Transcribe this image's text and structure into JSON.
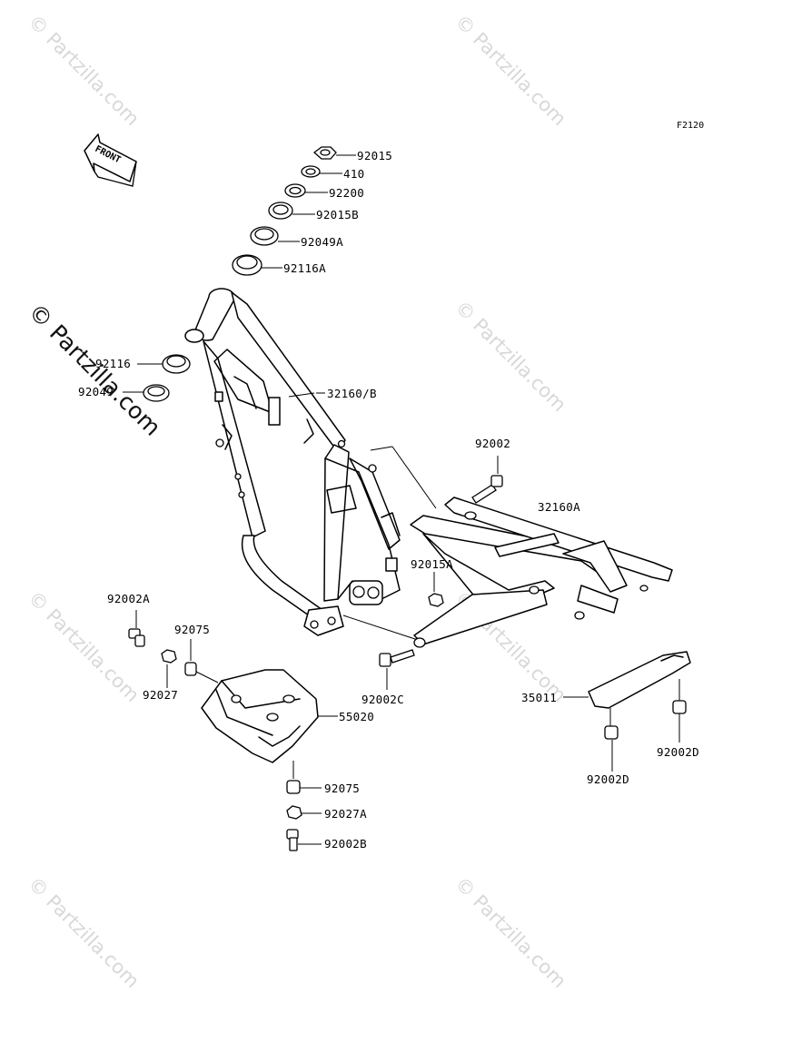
{
  "diagram": {
    "code": "F2120",
    "direction_label": "FRONT",
    "watermark": "© Partzilla.com",
    "labels": {
      "p92015": "92015",
      "p410": "410",
      "p92200": "92200",
      "p92015B": "92015B",
      "p92049A": "92049A",
      "p92116A": "92116A",
      "p92116": "92116",
      "p92049": "92049",
      "p32160B": "32160/B",
      "p92002": "92002",
      "p32160A": "32160A",
      "p92015A": "92015A",
      "p92002A": "92002A",
      "p92075a": "92075",
      "p92027": "92027",
      "p55020": "55020",
      "p92002C": "92002C",
      "p35011": "35011",
      "p92002Da": "92002D",
      "p92002Db": "92002D",
      "p92075b": "92075",
      "p92027A": "92027A",
      "p92002B": "92002B"
    }
  }
}
